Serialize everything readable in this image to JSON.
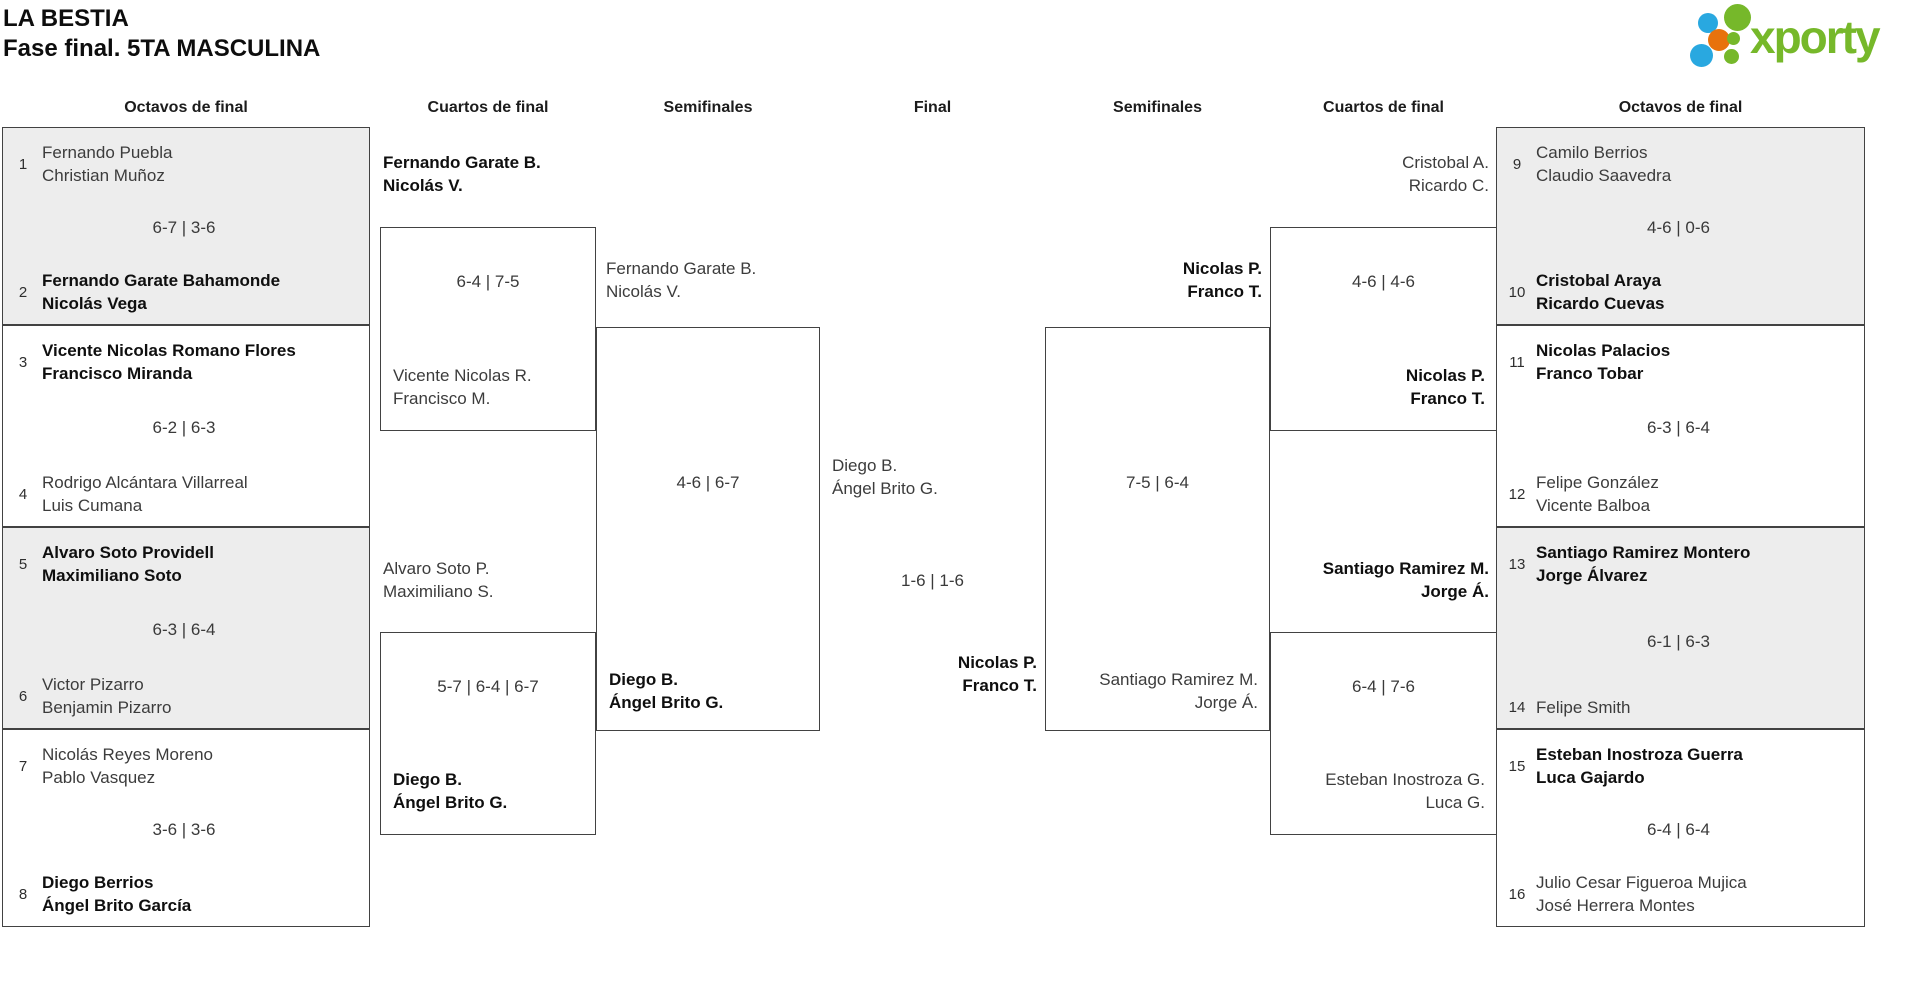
{
  "title": {
    "line1": "LA BESTIA",
    "line2": "Fase final. 5TA MASCULINA"
  },
  "logo": {
    "text": "xporty"
  },
  "colors": {
    "accent_green": "#76b82a",
    "dot_blue": "#29a8e0",
    "dot_orange": "#e8720c",
    "box_shade": "#ededed",
    "border": "#424242"
  },
  "round_headers": {
    "left_r16": "Octavos de final",
    "left_qf": "Cuartos de final",
    "left_sf": "Semifinales",
    "final": "Final",
    "right_sf": "Semifinales",
    "right_qf": "Cuartos de final",
    "right_r16": "Octavos de final"
  },
  "bracket": {
    "r16_left": [
      {
        "seed_top": "1",
        "top_line1": "Fernando Puebla",
        "top_line2": "Christian Muñoz",
        "top_winner": false,
        "score": "6-7 | 3-6",
        "seed_bottom": "2",
        "bottom_line1": "Fernando Garate Bahamonde",
        "bottom_line2": "Nicolás Vega",
        "bottom_winner": true
      },
      {
        "seed_top": "3",
        "top_line1": "Vicente Nicolas Romano Flores",
        "top_line2": "Francisco Miranda",
        "top_winner": true,
        "score": "6-2 | 6-3",
        "seed_bottom": "4",
        "bottom_line1": "Rodrigo Alcántara Villarreal",
        "bottom_line2": "Luis Cumana",
        "bottom_winner": false
      },
      {
        "seed_top": "5",
        "top_line1": "Alvaro Soto Providell",
        "top_line2": "Maximiliano Soto",
        "top_winner": true,
        "score": "6-3 | 6-4",
        "seed_bottom": "6",
        "bottom_line1": "Victor Pizarro",
        "bottom_line2": "Benjamin Pizarro",
        "bottom_winner": false
      },
      {
        "seed_top": "7",
        "top_line1": "Nicolás Reyes Moreno",
        "top_line2": "Pablo Vasquez",
        "top_winner": false,
        "score": "3-6 | 3-6",
        "seed_bottom": "8",
        "bottom_line1": "Diego Berrios",
        "bottom_line2": "Ángel Brito García",
        "bottom_winner": true
      }
    ],
    "r16_right": [
      {
        "seed_top": "9",
        "top_line1": "Camilo Berrios",
        "top_line2": "Claudio Saavedra",
        "top_winner": false,
        "score": "4-6 | 0-6",
        "seed_bottom": "10",
        "bottom_line1": "Cristobal Araya",
        "bottom_line2": "Ricardo Cuevas",
        "bottom_winner": true
      },
      {
        "seed_top": "11",
        "top_line1": "Nicolas Palacios",
        "top_line2": "Franco Tobar",
        "top_winner": true,
        "score": "6-3 | 6-4",
        "seed_bottom": "12",
        "bottom_line1": "Felipe González",
        "bottom_line2": "Vicente Balboa",
        "bottom_winner": false
      },
      {
        "seed_top": "13",
        "top_line1": "Santiago Ramirez Montero",
        "top_line2": "Jorge Álvarez",
        "top_winner": true,
        "score": "6-1 | 6-3",
        "seed_bottom": "14",
        "bottom_line1": "Felipe Smith",
        "bottom_line2": "",
        "bottom_winner": false
      },
      {
        "seed_top": "15",
        "top_line1": "Esteban Inostroza Guerra",
        "top_line2": "Luca Gajardo",
        "top_winner": true,
        "score": "6-4 | 6-4",
        "seed_bottom": "16",
        "bottom_line1": "Julio Cesar Figueroa Mujica",
        "bottom_line2": "José Herrera Montes",
        "bottom_winner": false
      }
    ],
    "qf_left": [
      {
        "above_line1": "Fernando Garate B.",
        "above_line2": "Nicolás V.",
        "above_winner": true,
        "score": "6-4 | 7-5",
        "inside_line1": "Vicente Nicolas R.",
        "inside_line2": "Francisco M.",
        "inside_winner": false
      },
      {
        "above_line1": "Alvaro Soto P.",
        "above_line2": "Maximiliano S.",
        "above_winner": false,
        "score": "5-7 | 6-4 | 6-7",
        "inside_line1": "Diego B.",
        "inside_line2": "Ángel Brito G.",
        "inside_winner": true
      }
    ],
    "qf_right": [
      {
        "above_line1": "Cristobal A.",
        "above_line2": "Ricardo C.",
        "above_winner": false,
        "score": "4-6 | 4-6",
        "inside_line1": "Nicolas P.",
        "inside_line2": "Franco T.",
        "inside_winner": true
      },
      {
        "above_line1": "Santiago Ramirez M.",
        "above_line2": "Jorge Á.",
        "above_winner": true,
        "score": "6-4 | 7-6",
        "inside_line1": "Esteban Inostroza G.",
        "inside_line2": "Luca G.",
        "inside_winner": false
      }
    ],
    "sf_left": {
      "above_line1": "Fernando Garate B.",
      "above_line2": "Nicolás V.",
      "above_winner": false,
      "score": "4-6 | 6-7",
      "inside_line1": "Diego B.",
      "inside_line2": "Ángel Brito G.",
      "inside_winner": true
    },
    "sf_right": {
      "above_line1": "Nicolas P.",
      "above_line2": "Franco T.",
      "above_winner": true,
      "score": "7-5 | 6-4",
      "inside_line1": "Santiago Ramirez M.",
      "inside_line2": "Jorge Á.",
      "inside_winner": false
    },
    "final": {
      "top_line1": "Diego B.",
      "top_line2": "Ángel Brito G.",
      "top_winner": false,
      "score": "1-6 | 1-6",
      "bottom_line1": "Nicolas P.",
      "bottom_line2": "Franco T.",
      "bottom_winner": true
    }
  }
}
